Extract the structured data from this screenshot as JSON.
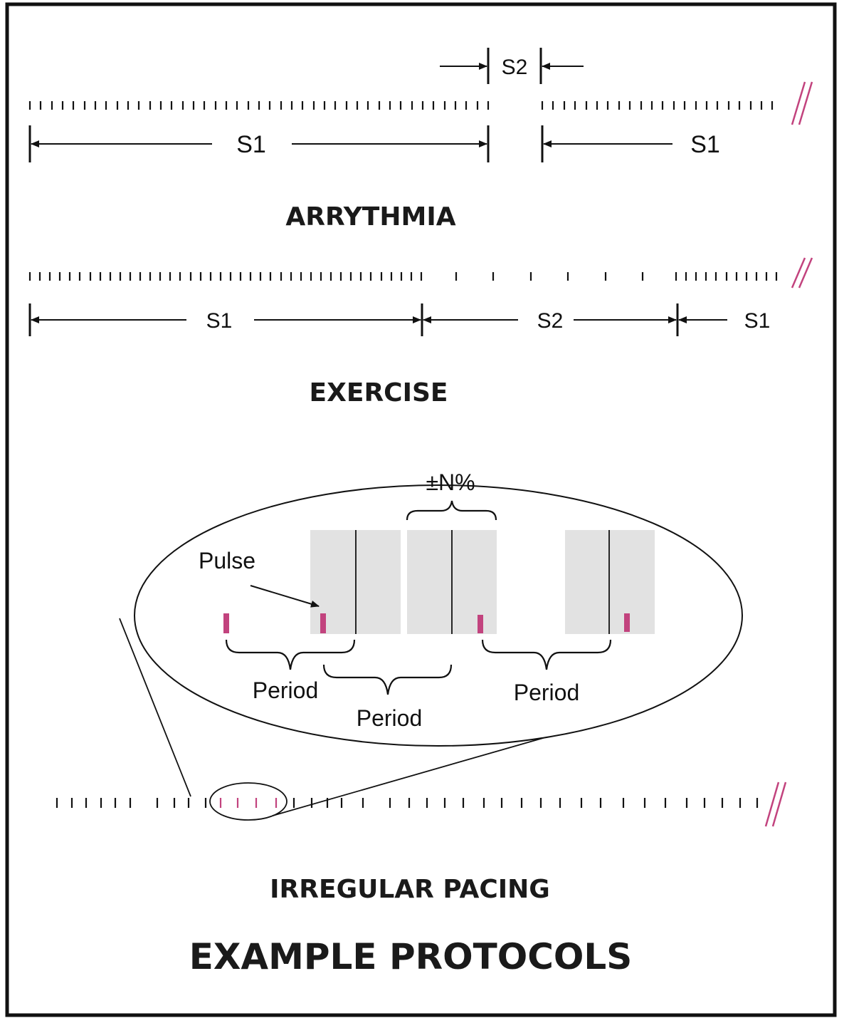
{
  "colors": {
    "ink": "#111111",
    "accent": "#c2437e",
    "shade": "#e2e2e2"
  },
  "arrhythmia": {
    "s2_label": "S2",
    "s1_left_label": "S1",
    "s1_right_label": "S1",
    "title": "ARRYTHMIA"
  },
  "exercise": {
    "s1_left_label": "S1",
    "s2_label": "S2",
    "s1_right_label": "S1",
    "title": "EXERCISE"
  },
  "irregular": {
    "variation_label": "±N%",
    "pulse_label": "Pulse",
    "period_labels": [
      "Period",
      "Period",
      "Period"
    ],
    "title": "IRREGULAR PACING"
  },
  "figure_title": "EXAMPLE PROTOCOLS"
}
